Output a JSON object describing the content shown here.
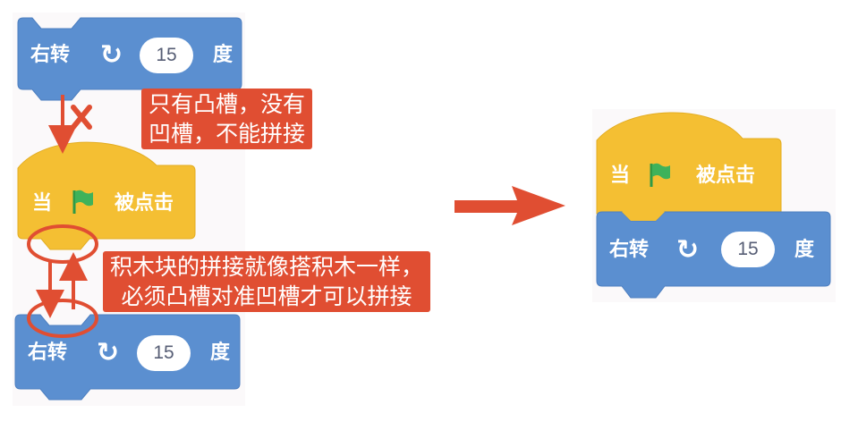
{
  "blocks": {
    "turn_right": {
      "label": "右转",
      "value": "15",
      "unit": "度",
      "icon": "rotate-clockwise-icon"
    },
    "when_flag": {
      "prefix": "当",
      "suffix": "被点击",
      "icon": "green-flag-icon"
    }
  },
  "callouts": {
    "no_notch": [
      "只有凸槽，没有",
      "凹槽，不能拼接"
    ],
    "how_connect": [
      "积木块的拼接就像搭积木一样，",
      "必须凸槽对准凹槽才可以拼接"
    ]
  },
  "colors": {
    "motion": "#5b8fd0",
    "events": "#f4bf33",
    "annotation": "#e04e32",
    "flag": "#3fb25a"
  }
}
